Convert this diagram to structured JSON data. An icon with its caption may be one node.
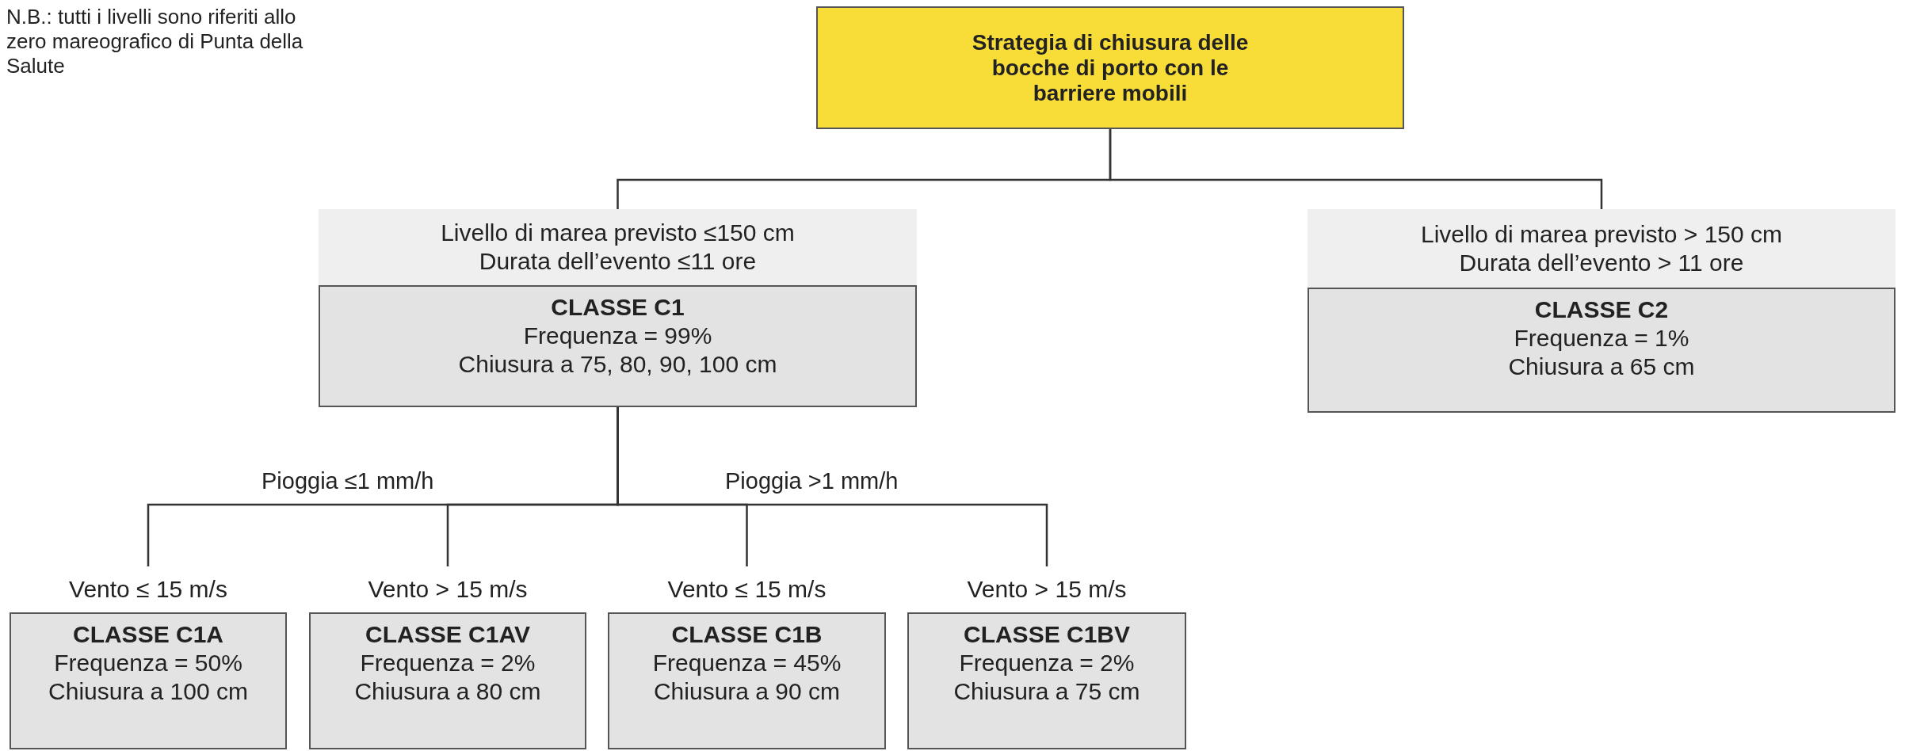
{
  "diagram": {
    "nodes": [
      {
        "text": [
          "Strategia di chiusura delle bocche di porto con le barriere mobili"
        ]
      },
      {
        "text": [
          "Livello di marea previsto ≤150 cm",
          "Durata dell’evento ≤11 ore",
          "CLASSE C1",
          "Frequenza = 99%",
          "Chiusura a 75, 80, 90, 100 cm"
        ]
      },
      {
        "text": [
          "Livello di marea previsto > 150 cm",
          "Durata dell’evento > 11 ore",
          "CLASSE C2",
          "Frequenza = 1%",
          "Chiusura a 65 cm"
        ]
      },
      {
        "text": [
          "Vento ≤ 15 m/s",
          "CLASSE C1A",
          "Frequenza = 50%",
          "Chiusura a 100 cm"
        ]
      },
      {
        "text": [
          "Vento > 15 m/s",
          "CLASSE C1AV",
          "Frequenza = 2%",
          "Chiusura a 80 cm"
        ]
      },
      {
        "text": [
          "Vento ≤ 15 m/s",
          "CLASSE C1B",
          "Frequenza = 45%",
          "Chiusura a 90 cm"
        ]
      },
      {
        "text": [
          "Vento > 15 m/s",
          "CLASSE C1BV",
          "Frequenza = 2%",
          "Chiusura a 75 cm"
        ]
      }
    ],
    "edges": [
      {
        "from": 0,
        "to": 1,
        "arrow": "none"
      },
      {
        "from": 0,
        "to": 2,
        "arrow": "none"
      },
      {
        "from": 1,
        "to": 3,
        "arrow": "none"
      },
      {
        "from": 1,
        "to": 4,
        "arrow": "none"
      },
      {
        "from": 1,
        "to": 5,
        "arrow": "none"
      },
      {
        "from": 1,
        "to": 6,
        "arrow": "none"
      }
    ],
    "labels": [
      "N.B.: tutti i livelli sono riferiti allo zero mareografico di Punta della Salute",
      "Pioggia ≤1 mm/h",
      "Pioggia >1 mm/h"
    ]
  }
}
